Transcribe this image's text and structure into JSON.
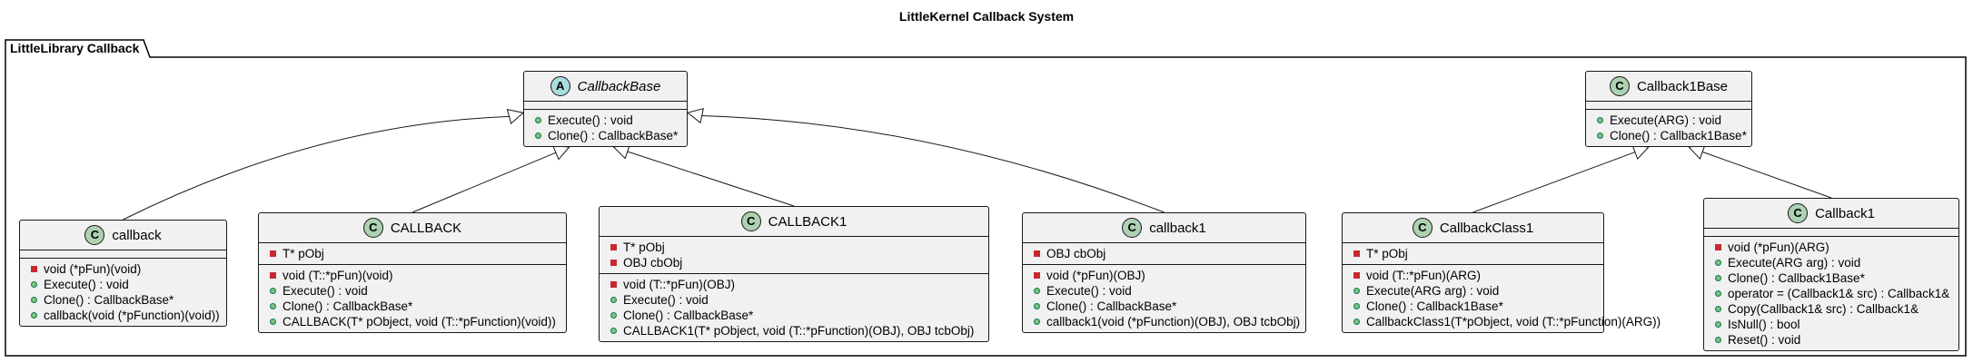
{
  "title": "LittleKernel Callback System",
  "package": {
    "name": "LittleLibrary Callback"
  },
  "colors": {
    "class_fill": "#f1f1f1",
    "class_badge": "#add1b2",
    "abstract_badge": "#a9dcdf",
    "border": "#181818",
    "private_marker": "#c82930",
    "public_marker": "#84be84"
  },
  "classes": [
    {
      "name": "CallbackBase",
      "stereotype": "A",
      "abstract": true,
      "fields": [],
      "methods": [
        {
          "vis": "public",
          "text": "Execute() : void"
        },
        {
          "vis": "public",
          "text": "Clone() : CallbackBase*"
        }
      ]
    },
    {
      "name": "Callback1Base",
      "stereotype": "C",
      "abstract": false,
      "fields": [],
      "methods": [
        {
          "vis": "public",
          "text": "Execute(ARG) : void"
        },
        {
          "vis": "public",
          "text": "Clone() : Callback1Base*"
        }
      ]
    },
    {
      "name": "callback",
      "stereotype": "C",
      "abstract": false,
      "fields": [],
      "methods": [
        {
          "vis": "private",
          "text": "void (*pFun)(void)"
        },
        {
          "vis": "public",
          "text": "Execute() : void"
        },
        {
          "vis": "public",
          "text": "Clone() : CallbackBase*"
        },
        {
          "vis": "public",
          "text": "callback(void (*pFunction)(void))"
        }
      ]
    },
    {
      "name": "CALLBACK",
      "stereotype": "C",
      "abstract": false,
      "fields": [
        {
          "vis": "private",
          "text": "T* pObj"
        }
      ],
      "methods": [
        {
          "vis": "private",
          "text": "void (T::*pFun)(void)"
        },
        {
          "vis": "public",
          "text": "Execute() : void"
        },
        {
          "vis": "public",
          "text": "Clone() : CallbackBase*"
        },
        {
          "vis": "public",
          "text": "CALLBACK(T* pObject, void (T::*pFunction)(void))"
        }
      ]
    },
    {
      "name": "CALLBACK1",
      "stereotype": "C",
      "abstract": false,
      "fields": [
        {
          "vis": "private",
          "text": "T* pObj"
        },
        {
          "vis": "private",
          "text": "OBJ cbObj"
        }
      ],
      "methods": [
        {
          "vis": "private",
          "text": "void (T::*pFun)(OBJ)"
        },
        {
          "vis": "public",
          "text": "Execute() : void"
        },
        {
          "vis": "public",
          "text": "Clone() : CallbackBase*"
        },
        {
          "vis": "public",
          "text": "CALLBACK1(T* pObject, void (T::*pFunction)(OBJ), OBJ tcbObj)"
        }
      ]
    },
    {
      "name": "callback1",
      "stereotype": "C",
      "abstract": false,
      "fields": [
        {
          "vis": "private",
          "text": "OBJ cbObj"
        }
      ],
      "methods": [
        {
          "vis": "private",
          "text": "void (*pFun)(OBJ)"
        },
        {
          "vis": "public",
          "text": "Execute() : void"
        },
        {
          "vis": "public",
          "text": "Clone() : CallbackBase*"
        },
        {
          "vis": "public",
          "text": "callback1(void (*pFunction)(OBJ), OBJ tcbObj)"
        }
      ]
    },
    {
      "name": "CallbackClass1",
      "stereotype": "C",
      "abstract": false,
      "fields": [
        {
          "vis": "private",
          "text": "T* pObj"
        }
      ],
      "methods": [
        {
          "vis": "private",
          "text": "void (T::*pFun)(ARG)"
        },
        {
          "vis": "public",
          "text": "Execute(ARG arg) : void"
        },
        {
          "vis": "public",
          "text": "Clone() : Callback1Base*"
        },
        {
          "vis": "public",
          "text": "CallbackClass1(T*pObject, void (T::*pFunction)(ARG))"
        }
      ]
    },
    {
      "name": "Callback1",
      "stereotype": "C",
      "abstract": false,
      "fields": [],
      "methods": [
        {
          "vis": "private",
          "text": "void (*pFun)(ARG)"
        },
        {
          "vis": "public",
          "text": "Execute(ARG arg) : void"
        },
        {
          "vis": "public",
          "text": "Clone() : Callback1Base*"
        },
        {
          "vis": "public",
          "text": "operator = (Callback1& src) : Callback1&"
        },
        {
          "vis": "public",
          "text": "Copy(Callback1& src) : Callback1&"
        },
        {
          "vis": "public",
          "text": "IsNull() : bool"
        },
        {
          "vis": "public",
          "text": "Reset() : void"
        }
      ]
    }
  ],
  "inheritance": [
    {
      "child": "callback",
      "parent": "CallbackBase"
    },
    {
      "child": "CALLBACK",
      "parent": "CallbackBase"
    },
    {
      "child": "CALLBACK1",
      "parent": "CallbackBase"
    },
    {
      "child": "callback1",
      "parent": "CallbackBase"
    },
    {
      "child": "CallbackClass1",
      "parent": "Callback1Base"
    },
    {
      "child": "Callback1",
      "parent": "Callback1Base"
    }
  ]
}
